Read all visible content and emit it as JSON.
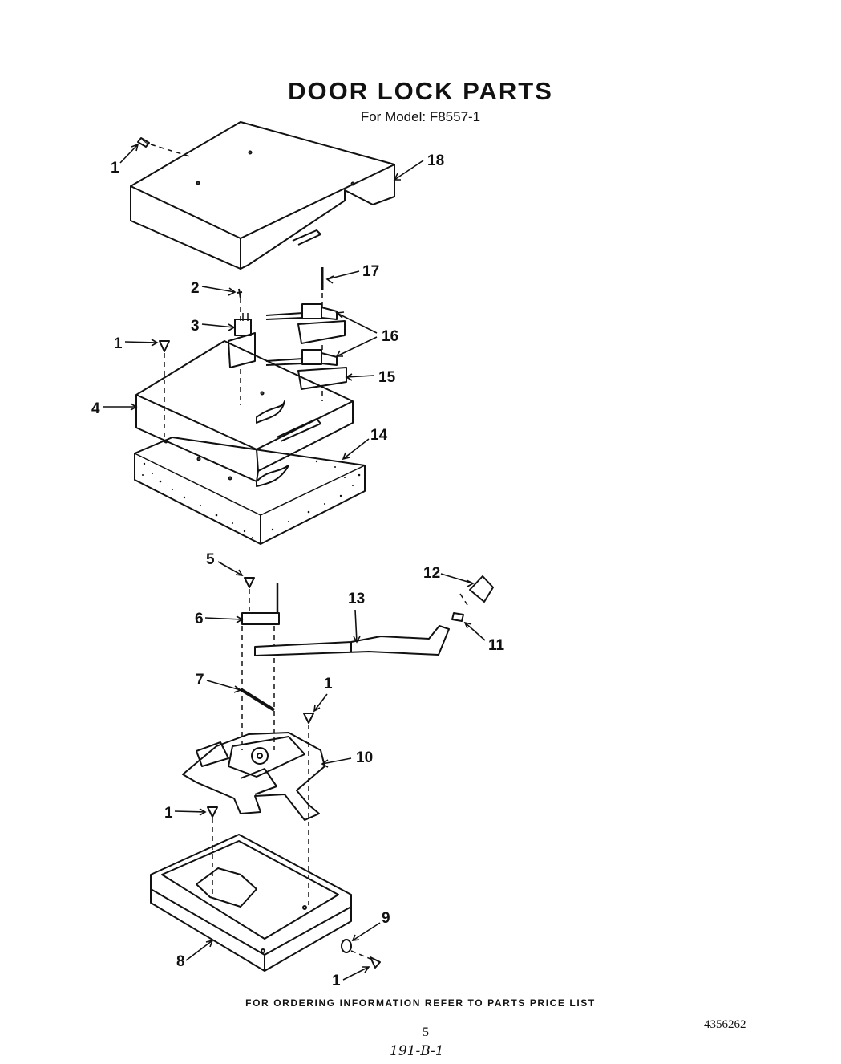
{
  "header": {
    "title": "DOOR LOCK PARTS",
    "subtitle": "For Model: F8557-1"
  },
  "callouts": [
    {
      "label": "1"
    },
    {
      "label": "18"
    },
    {
      "label": "17"
    },
    {
      "label": "2"
    },
    {
      "label": "3"
    },
    {
      "label": "16"
    },
    {
      "label": "1"
    },
    {
      "label": "15"
    },
    {
      "label": "4"
    },
    {
      "label": "14"
    },
    {
      "label": "5"
    },
    {
      "label": "12"
    },
    {
      "label": "13"
    },
    {
      "label": "6"
    },
    {
      "label": "11"
    },
    {
      "label": "7"
    },
    {
      "label": "1"
    },
    {
      "label": "10"
    },
    {
      "label": "1"
    },
    {
      "label": "9"
    },
    {
      "label": "8"
    },
    {
      "label": "1"
    }
  ],
  "footer": {
    "note": "FOR ORDERING INFORMATION REFER TO PARTS PRICE LIST",
    "page_number": "5",
    "doc_number": "4356262",
    "handwritten": "191-B-1"
  }
}
